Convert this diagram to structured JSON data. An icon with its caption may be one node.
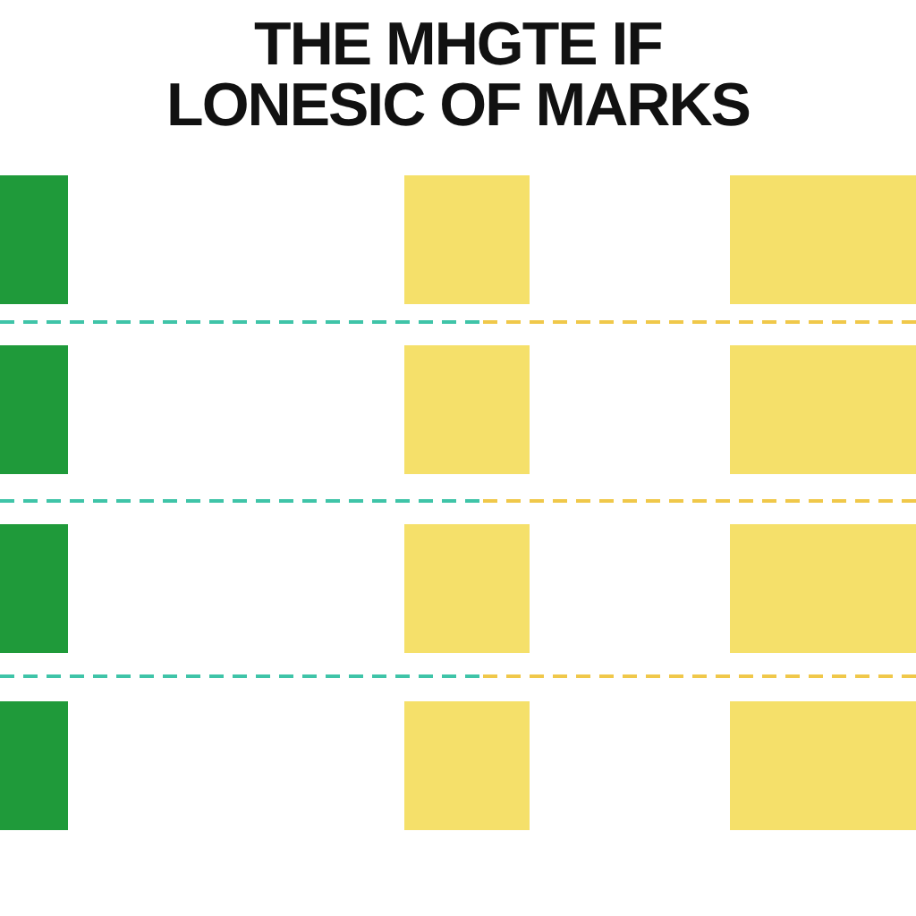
{
  "diagram": {
    "title": "THE MHGTE IF LONESIC OF MARKS",
    "nodes": [
      {
        "text": [],
        "shape": "box"
      },
      {
        "text": [],
        "shape": "box"
      },
      {
        "text": [],
        "shape": "box"
      },
      {
        "text": [],
        "shape": "box"
      },
      {
        "text": [],
        "shape": "box"
      },
      {
        "text": [],
        "shape": "box"
      },
      {
        "text": [],
        "shape": "box"
      },
      {
        "text": [],
        "shape": "box"
      },
      {
        "text": [],
        "shape": "box"
      },
      {
        "text": [],
        "shape": "box"
      },
      {
        "text": [],
        "shape": "box"
      },
      {
        "text": [],
        "shape": "box"
      }
    ]
  }
}
